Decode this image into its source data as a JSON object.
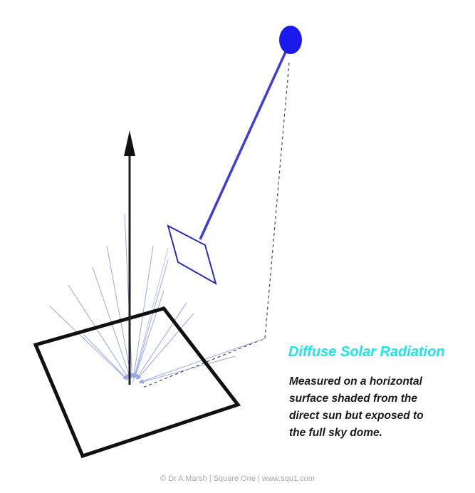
{
  "diagram": {
    "title": "Diffuse Solar Radiation",
    "description_lines": [
      "Measured on a horizontal",
      "surface shaded from the",
      "direct sun but exposed to",
      "the full sky dome."
    ],
    "credit": "© Dr A Marsh | Square One | www.squ1.com",
    "colors": {
      "title": "#19e6f0",
      "sun": "#1a1aee",
      "direct_beam": "#3b3be0",
      "diffuse_rays": "#9aa6e8",
      "surface_outline": "#111111",
      "normal_arrow": "#111111",
      "shade_outline": "#2a2ab8",
      "projection_line": "#444444"
    },
    "icons": {
      "sun": "sun-icon",
      "normal": "arrow-up-icon",
      "surface": "square-surface-icon",
      "shade": "shading-disc-icon"
    }
  }
}
